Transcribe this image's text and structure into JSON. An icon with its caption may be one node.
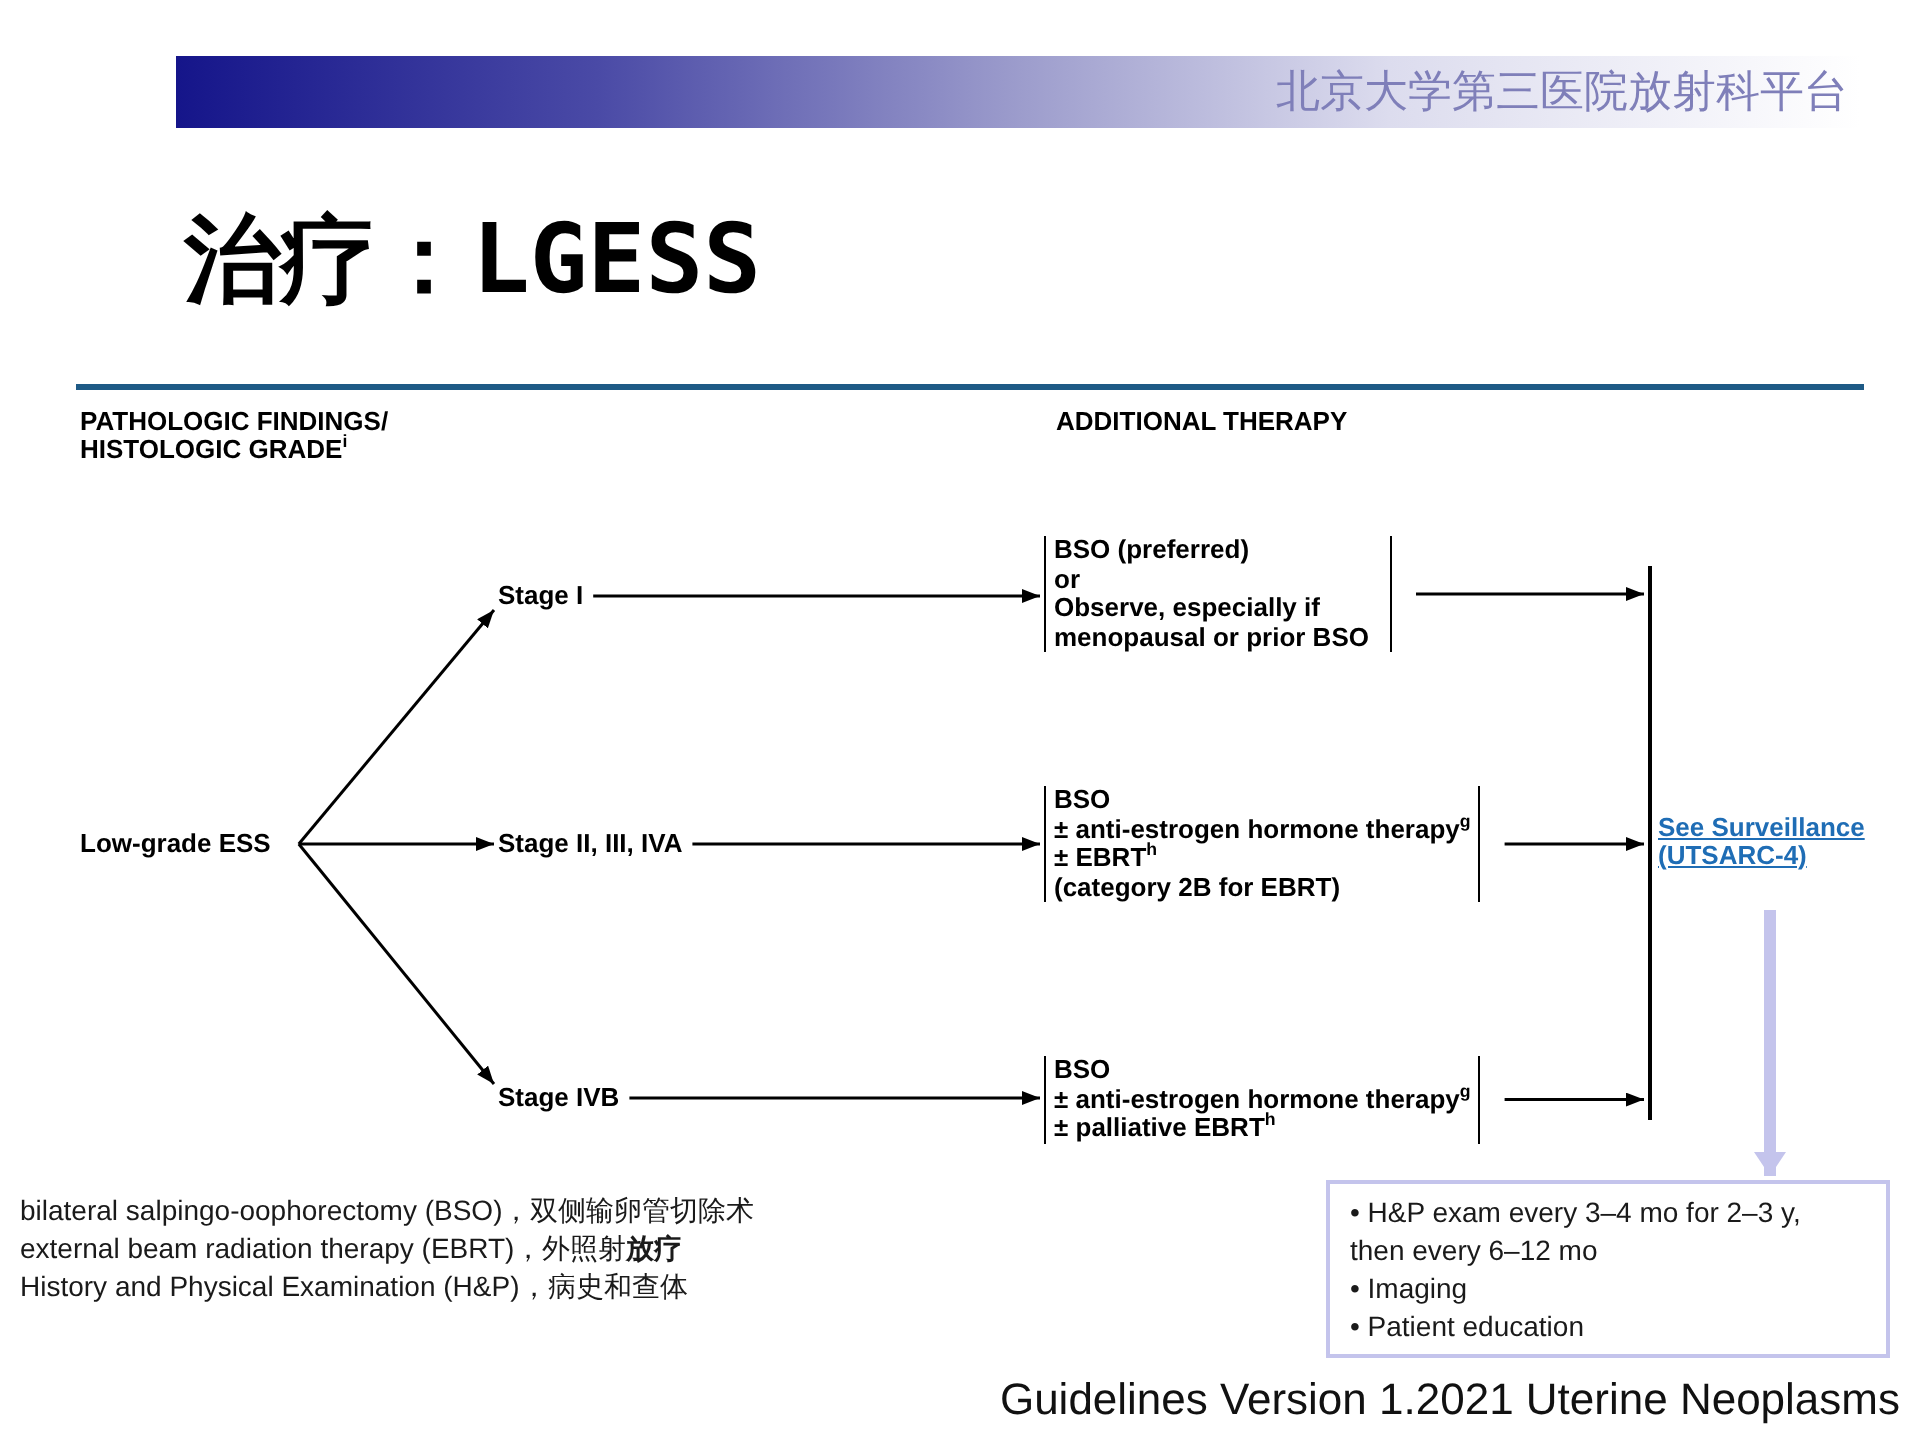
{
  "diagram": {
    "title": "治疗：LGESS",
    "nodes": [
      {
        "text": [
          "Low-grade ESS"
        ]
      },
      {
        "text": [
          "Stage I"
        ]
      },
      {
        "text": [
          "Stage II, III, IVA"
        ]
      },
      {
        "text": [
          "Stage IVB"
        ]
      },
      {
        "text": [
          "BSO (preferred)",
          "or",
          "Observe, especially if menopausal or prior BSO"
        ]
      },
      {
        "text": [
          "BSO",
          "± anti-estrogen hormone therapy$^{g}$",
          "± EBRT$^{h}$",
          "(category 2B for EBRT)"
        ]
      },
      {
        "text": [
          "BSO",
          "± anti-estrogen hormone therapy$^{g}$",
          "± palliative EBRT$^{h}$"
        ]
      },
      {
        "text": [],
        "shape": "bar"
      },
      {
        "text": [
          "See Surveillance (UTSARC-4)"
        ]
      },
      {
        "text": [
          "• H&P exam every 3–4 mo for 2–3 y, then every 6–12 mo",
          "• Imaging",
          "• Patient education"
        ]
      }
    ],
    "edges": [
      {
        "from": 0,
        "to": 1,
        "arrow": "to"
      },
      {
        "from": 0,
        "to": 2,
        "arrow": "to"
      },
      {
        "from": 0,
        "to": 3,
        "arrow": "to"
      },
      {
        "from": 1,
        "to": 4,
        "arrow": "to"
      },
      {
        "from": 2,
        "to": 5,
        "arrow": "to"
      },
      {
        "from": 3,
        "to": 6,
        "arrow": "to"
      },
      {
        "from": 4,
        "to": 7,
        "arrow": "to"
      },
      {
        "from": 5,
        "to": 7,
        "arrow": "to"
      },
      {
        "from": 6,
        "to": 7,
        "arrow": "to"
      },
      {
        "from": 8,
        "to": 9,
        "arrow": "to",
        "style": "thick",
        "color": "#c4c4ec"
      }
    ],
    "labels": [
      "北京大学第三医院放射科平台",
      "PATHOLOGIC FINDINGS/ HISTOLOGIC GRADE$^{i}$",
      "ADDITIONAL THERAPY",
      "bilateral salpingo-oophorectomy (BSO)，双侧输卵管切除术",
      "external beam radiation therapy (EBRT)，外照射**放疗**",
      "History and Physical Examination (H&P)，病史和查体",
      "Guidelines Version 1.2021 Uterine Neoplasms"
    ]
  }
}
